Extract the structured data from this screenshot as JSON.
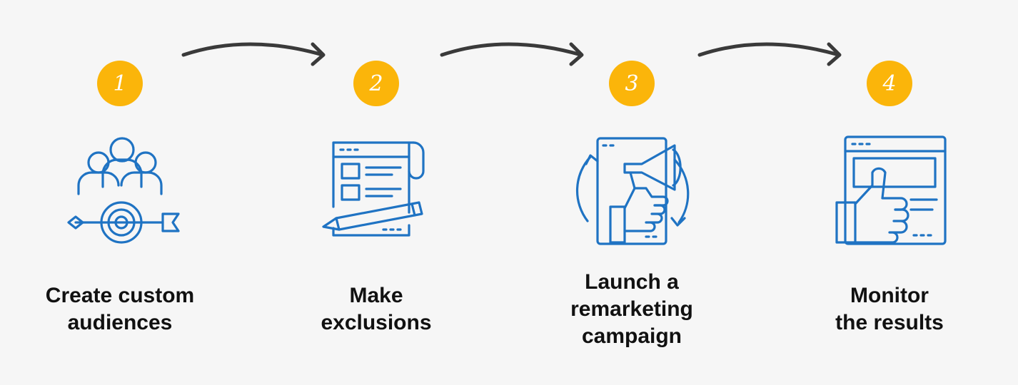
{
  "colors": {
    "badge": "#fbb50a",
    "icon": "#1f73c3",
    "arrow": "#3a3a3a",
    "text": "#111111",
    "background": "#f6f6f6"
  },
  "steps": [
    {
      "number": "1",
      "icon": "audience-target-icon",
      "label_lines": [
        "Create custom",
        "audiences"
      ]
    },
    {
      "number": "2",
      "icon": "document-pencil-icon",
      "label_lines": [
        "Make",
        "exclusions"
      ]
    },
    {
      "number": "3",
      "icon": "megaphone-campaign-icon",
      "label_lines": [
        "Launch a",
        "remarketing",
        "campaign"
      ]
    },
    {
      "number": "4",
      "icon": "thumbs-up-browser-icon",
      "label_lines": [
        "Monitor",
        "the results"
      ]
    }
  ]
}
